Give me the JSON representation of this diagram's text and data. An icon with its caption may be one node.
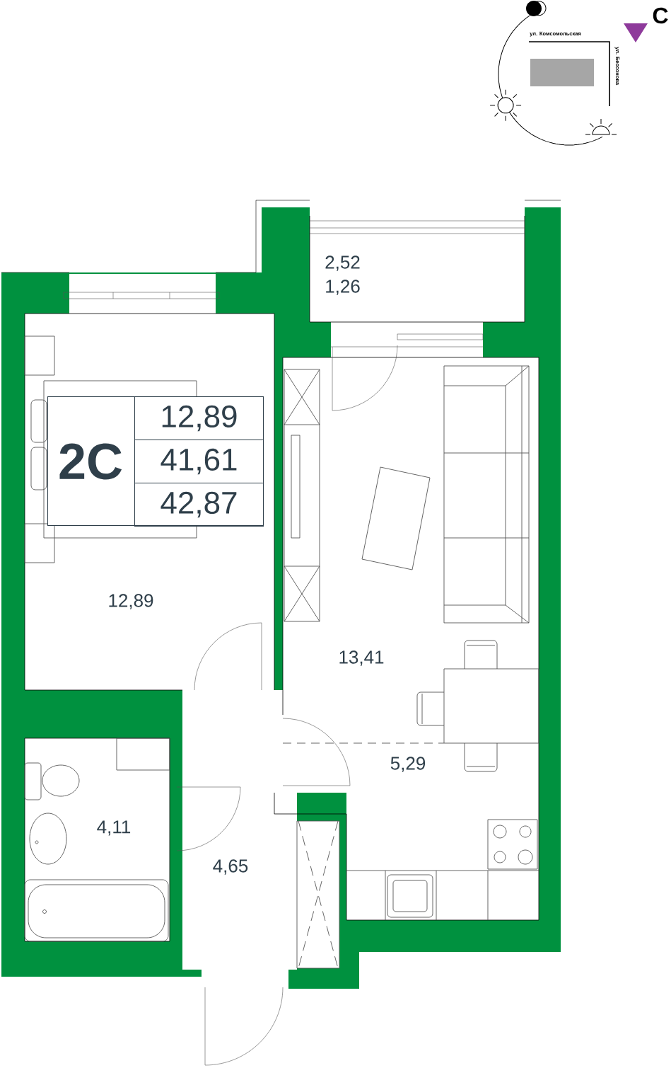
{
  "diagram": {
    "nodes": [
      {
        "text": [
          "2,52",
          "1,26"
        ]
      },
      {
        "text": [
          "12,89"
        ]
      },
      {
        "text": [
          "13,41"
        ]
      },
      {
        "text": [
          "5,29"
        ]
      },
      {
        "text": [
          "4,11"
        ]
      },
      {
        "text": [
          "4,65"
        ]
      },
      {
        "text": [
          "2С"
        ]
      },
      {
        "text": [
          "12,89"
        ],
        "in": 6
      },
      {
        "text": [
          "41,61"
        ],
        "in": 6
      },
      {
        "text": [
          "42,87"
        ],
        "in": 6
      }
    ],
    "labels": [
      "ул. Комсомольская",
      "ул. Бессонова",
      "С"
    ]
  }
}
